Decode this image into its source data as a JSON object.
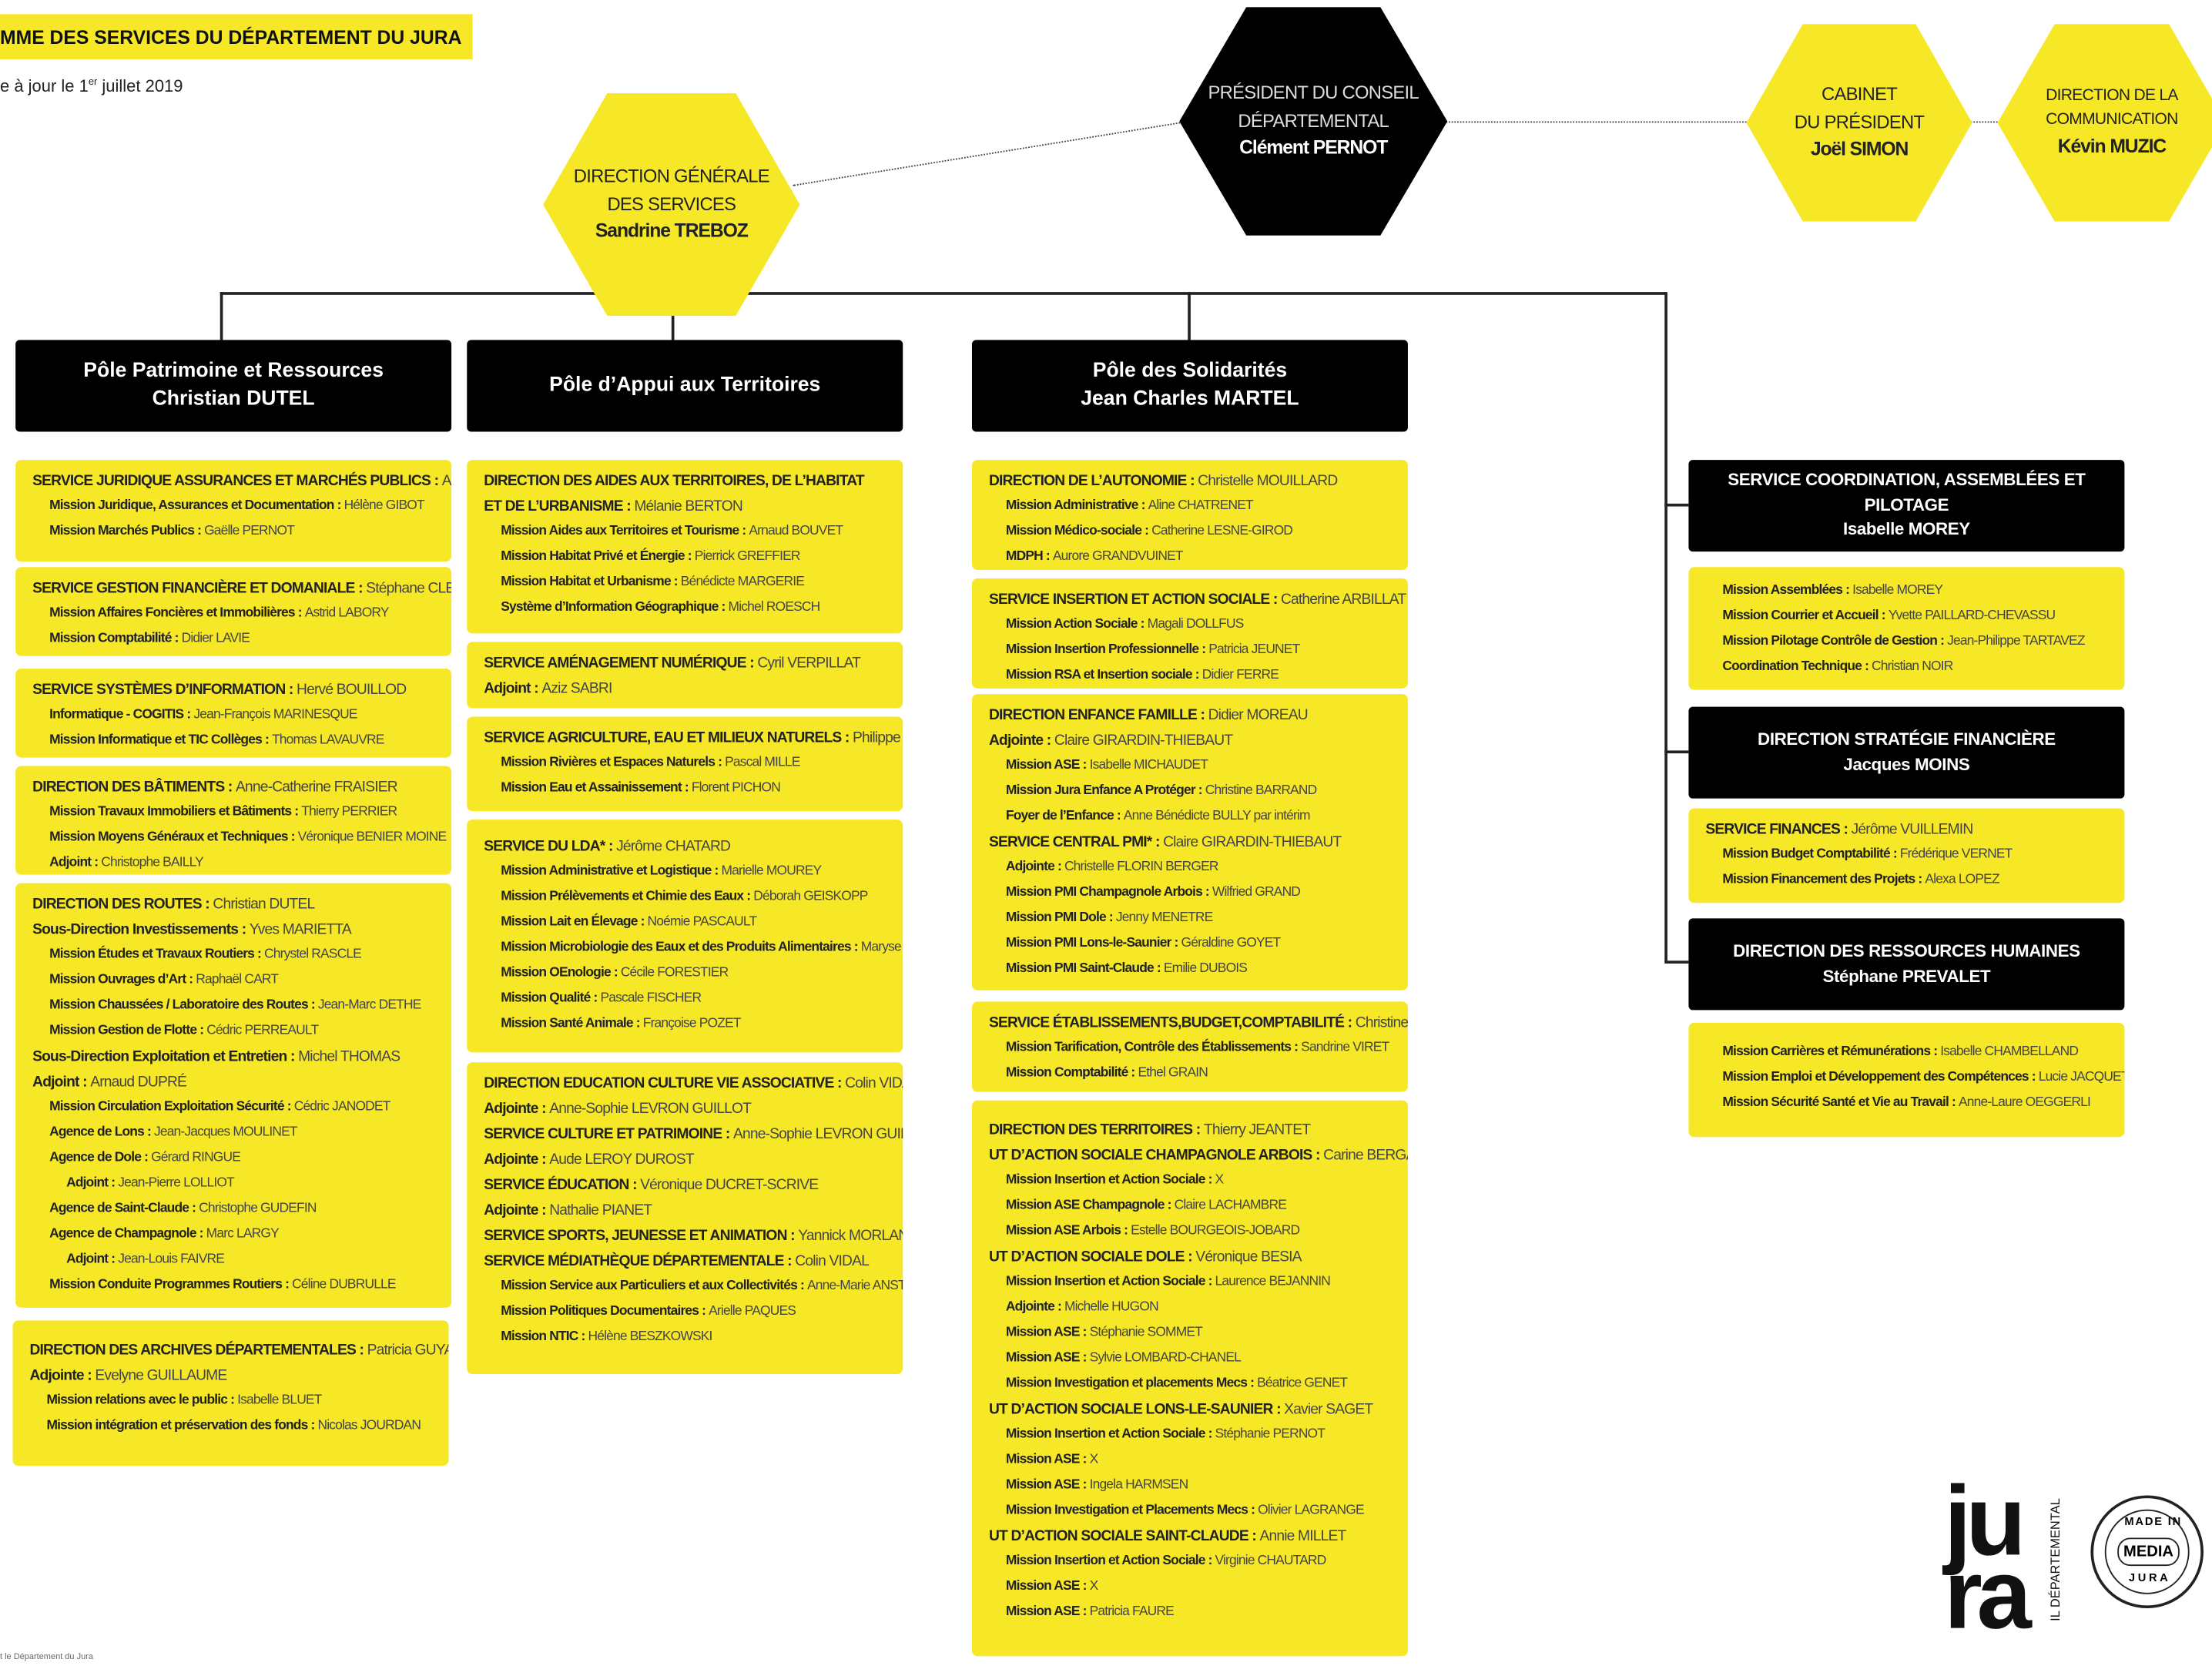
{
  "header": {
    "title": "MME DES SERVICES DU DÉPARTEMENT DU JURA",
    "subtitle_pre": "e à jour le 1",
    "subtitle_sup": "er",
    "subtitle_post": " juillet  2019"
  },
  "top": {
    "president": {
      "t1": "PRÉSIDENT DU CONSEIL",
      "t2": "DÉPARTEMENTAL",
      "name": "Clément PERNOT"
    },
    "dgs": {
      "t1": "DIRECTION GÉNÉRALE",
      "t2": "DES SERVICES",
      "name": "Sandrine TREBOZ"
    },
    "cabinet": {
      "t1": "CABINET",
      "t2": "DU PRÉSIDENT",
      "name": "Joël SIMON"
    },
    "communication": {
      "t1": "DIRECTION DE LA",
      "t2": "COMMUNICATION",
      "name": "Kévin MUZIC"
    }
  },
  "poles": {
    "patrimoine": {
      "title": "Pôle Patrimoine et Ressources",
      "name": "Christian DUTEL"
    },
    "territoires": {
      "title": "Pôle d’Appui aux Territoires",
      "name": ""
    },
    "solidarites": {
      "title": "Pôle des Solidarités",
      "name": "Jean Charles MARTEL"
    }
  },
  "right_heads": {
    "coord": {
      "title": "SERVICE COORDINATION, ASSEMBLÉES ET PILOTAGE",
      "name": "Isabelle MOREY"
    },
    "strategie": {
      "title": "DIRECTION STRATÉGIE FINANCIÈRE",
      "name": "Jacques MOINS"
    },
    "rh": {
      "title": "DIRECTION DES RESSOURCES HUMAINES",
      "name": "Stéphane PREVALET"
    }
  },
  "boxes": [
    {
      "id": "p1",
      "lines": [
        {
          "lv": 1,
          "label": "SERVICE JURIDIQUE ASSURANCES ET MARCHÉS PUBLICS : ",
          "value": "Anne BADOZ"
        },
        {
          "lv": 2,
          "label": "Mission Juridique, Assurances et Documentation : ",
          "value": "Hélène GIBOT"
        },
        {
          "lv": 2,
          "label": "Mission Marchés Publics : ",
          "value": "Gaëlle PERNOT"
        }
      ]
    },
    {
      "id": "p2",
      "lines": [
        {
          "lv": 1,
          "label": "SERVICE GESTION FINANCIÈRE ET DOMANIALE : ",
          "value": "Stéphane CLERC"
        },
        {
          "lv": 2,
          "label": "Mission Affaires Foncières et Immobilières : ",
          "value": "Astrid LABORY"
        },
        {
          "lv": 2,
          "label": "Mission Comptabilité : ",
          "value": "Didier LAVIE"
        }
      ]
    },
    {
      "id": "p3",
      "lines": [
        {
          "lv": 1,
          "label": "SERVICE SYSTÈMES D’INFORMATION : ",
          "value": "Hervé BOUILLOD"
        },
        {
          "lv": 2,
          "label": "Informatique - COGITIS : ",
          "value": "Jean-François MARINESQUE"
        },
        {
          "lv": 2,
          "label": "Mission Informatique et TIC Collèges : ",
          "value": "Thomas LAVAUVRE"
        }
      ]
    },
    {
      "id": "p4",
      "lines": [
        {
          "lv": 1,
          "label": "DIRECTION DES BÂTIMENTS : ",
          "value": "Anne-Catherine FRAISIER"
        },
        {
          "lv": 2,
          "label": "Mission Travaux Immobiliers et Bâtiments : ",
          "value": "Thierry PERRIER"
        },
        {
          "lv": 2,
          "label": "Mission Moyens Généraux et Techniques : ",
          "value": "Véronique BENIER MOINE"
        },
        {
          "lv": 2,
          "label": "Adjoint : ",
          "value": "Christophe BAILLY"
        }
      ]
    },
    {
      "id": "p5",
      "lines": [
        {
          "lv": 1,
          "label": "DIRECTION DES ROUTES : ",
          "value": "Christian DUTEL"
        },
        {
          "lv": 1,
          "label": "Sous-Direction Investissements : ",
          "value": "Yves MARIETTA"
        },
        {
          "lv": 2,
          "label": "Mission Études et Travaux Routiers : ",
          "value": "Chrystel RASCLE"
        },
        {
          "lv": 2,
          "label": "Mission Ouvrages d’Art : ",
          "value": "Raphaël CART"
        },
        {
          "lv": 2,
          "label": "Mission Chaussées / Laboratoire des Routes : ",
          "value": "Jean-Marc DETHE"
        },
        {
          "lv": 2,
          "label": "Mission Gestion de Flotte : ",
          "value": "Cédric PERREAULT"
        },
        {
          "lv": 1,
          "label": "Sous-Direction Exploitation et Entretien : ",
          "value": "Michel THOMAS"
        },
        {
          "lv": 1,
          "label": "Adjoint : ",
          "value": "Arnaud DUPRÉ"
        },
        {
          "lv": 2,
          "label": "Mission Circulation Exploitation Sécurité : ",
          "value": "Cédric JANODET"
        },
        {
          "lv": 2,
          "label": "Agence de Lons : ",
          "value": "Jean-Jacques MOULINET"
        },
        {
          "lv": 2,
          "label": "Agence de Dole : ",
          "value": "Gérard RINGUE"
        },
        {
          "lv": 3,
          "label": "Adjoint : ",
          "value": "Jean-Pierre LOLLIOT"
        },
        {
          "lv": 2,
          "label": "Agence de Saint-Claude : ",
          "value": "Christophe GUDEFIN"
        },
        {
          "lv": 2,
          "label": "Agence de Champagnole : ",
          "value": "Marc LARGY"
        },
        {
          "lv": 3,
          "label": "Adjoint : ",
          "value": "Jean-Louis FAIVRE"
        },
        {
          "lv": 2,
          "label": "Mission Conduite Programmes Routiers : ",
          "value": "Céline DUBRULLE"
        }
      ]
    },
    {
      "id": "p6",
      "lines": [
        {
          "lv": 0,
          "label": "",
          "value": ""
        },
        {
          "lv": 1,
          "label": "DIRECTION DES ARCHIVES DÉPARTEMENTALES : ",
          "value": "Patricia GUYARD"
        },
        {
          "lv": 1,
          "label": "Adjointe : ",
          "value": "Evelyne GUILLAUME"
        },
        {
          "lv": 2,
          "label": "Mission relations avec le public : ",
          "value": "Isabelle BLUET"
        },
        {
          "lv": 2,
          "label": "Mission intégration et préservation des fonds : ",
          "value": "Nicolas JOURDAN"
        }
      ]
    },
    {
      "id": "t1",
      "lines": [
        {
          "lv": 1,
          "label": "DIRECTION DES AIDES AUX TERRITOIRES, DE L’HABITAT",
          "value": ""
        },
        {
          "lv": 1,
          "label": "ET DE L’URBANISME : ",
          "value": "Mélanie BERTON"
        },
        {
          "lv": 2,
          "label": "Mission Aides aux Territoires et Tourisme : ",
          "value": "Arnaud BOUVET"
        },
        {
          "lv": 2,
          "label": "Mission Habitat Privé et Énergie : ",
          "value": "Pierrick GREFFIER"
        },
        {
          "lv": 2,
          "label": "Mission Habitat et Urbanisme : ",
          "value": "Bénédicte MARGERIE"
        },
        {
          "lv": 2,
          "label": "Système d’Information Géographique : ",
          "value": "Michel ROESCH"
        }
      ]
    },
    {
      "id": "t2",
      "lines": [
        {
          "lv": 1,
          "label": "SERVICE AMÉNAGEMENT NUMÉRIQUE : ",
          "value": "Cyril VERPILLAT"
        },
        {
          "lv": 1,
          "label": "Adjoint : ",
          "value": "Aziz SABRI"
        }
      ]
    },
    {
      "id": "t3",
      "lines": [
        {
          "lv": 1,
          "label": "SERVICE AGRICULTURE, EAU ET MILIEUX NATURELS : ",
          "value": "Philippe ALBERT"
        },
        {
          "lv": 2,
          "label": "Mission Rivières et Espaces Naturels : ",
          "value": "Pascal MILLE"
        },
        {
          "lv": 2,
          "label": "Mission Eau et Assainissement : ",
          "value": "Florent PICHON"
        }
      ]
    },
    {
      "id": "t4",
      "lines": [
        {
          "lv": 1,
          "label": "SERVICE DU LDA* : ",
          "value": "Jérôme CHATARD"
        },
        {
          "lv": 2,
          "label": "Mission Administrative et Logistique : ",
          "value": "Marielle MOUREY"
        },
        {
          "lv": 2,
          "label": "Mission Prélèvements et Chimie des Eaux : ",
          "value": "Déborah GEISKOPP"
        },
        {
          "lv": 2,
          "label": "Mission Lait en Élevage : ",
          "value": "Noémie PASCAULT"
        },
        {
          "lv": 2,
          "label": "Mission Microbiologie des Eaux et des Produits Alimentaires : ",
          "value": "Maryse COLOMB"
        },
        {
          "lv": 2,
          "label": "Mission OEnologie : ",
          "value": "Cécile FORESTIER"
        },
        {
          "lv": 2,
          "label": "Mission Qualité : ",
          "value": "Pascale FISCHER"
        },
        {
          "lv": 2,
          "label": "Mission Santé Animale : ",
          "value": "Françoise POZET"
        }
      ]
    },
    {
      "id": "t5",
      "lines": [
        {
          "lv": 1,
          "label": "DIRECTION EDUCATION CULTURE VIE ASSOCIATIVE : ",
          "value": "Colin VIDAL"
        },
        {
          "lv": 1,
          "label": "Adjointe : ",
          "value": "Anne-Sophie LEVRON GUILLOT"
        },
        {
          "lv": 1,
          "label": "SERVICE CULTURE ET PATRIMOINE : ",
          "value": "Anne-Sophie LEVRON GUILLOT"
        },
        {
          "lv": 1,
          "label": "Adjointe : ",
          "value": "Aude LEROY DUROST"
        },
        {
          "lv": 1,
          "label": "SERVICE ÉDUCATION : ",
          "value": "Véronique DUCRET-SCRIVE"
        },
        {
          "lv": 1,
          "label": "Adjointe : ",
          "value": "Nathalie PIANET"
        },
        {
          "lv": 1,
          "label": "SERVICE SPORTS, JEUNESSE ET ANIMATION : ",
          "value": "Yannick MORLAND"
        },
        {
          "lv": 1,
          "label": "SERVICE MÉDIATHÈQUE DÉPARTEMENTALE : ",
          "value": "Colin VIDAL"
        },
        {
          "lv": 2,
          "label": "Mission Service aux Particuliers et aux Collectivités : ",
          "value": "Anne-Marie ANSTETT"
        },
        {
          "lv": 2,
          "label": "Mission Politiques Documentaires : ",
          "value": "Arielle PAQUES"
        },
        {
          "lv": 2,
          "label": "Mission NTIC : ",
          "value": "Hélène BESZKOWSKI"
        }
      ]
    },
    {
      "id": "s1",
      "lines": [
        {
          "lv": 1,
          "label": "DIRECTION DE L’AUTONOMIE : ",
          "value": "Christelle MOUILLARD"
        },
        {
          "lv": 2,
          "label": "Mission Administrative : ",
          "value": "Aline CHATRENET"
        },
        {
          "lv": 2,
          "label": "Mission Médico-sociale : ",
          "value": "Catherine LESNE-GIROD"
        },
        {
          "lv": 2,
          "label": "MDPH : ",
          "value": "Aurore GRANDVUINET"
        }
      ]
    },
    {
      "id": "s2",
      "lines": [
        {
          "lv": 1,
          "label": "SERVICE INSERTION ET ACTION SOCIALE : ",
          "value": "Catherine ARBILLAT"
        },
        {
          "lv": 2,
          "label": "Mission Action Sociale : ",
          "value": "Magali DOLLFUS"
        },
        {
          "lv": 2,
          "label": "Mission Insertion Professionnelle : ",
          "value": "Patricia JEUNET"
        },
        {
          "lv": 2,
          "label": "Mission RSA et Insertion sociale : ",
          "value": "Didier FERRE"
        }
      ]
    },
    {
      "id": "s3",
      "lines": [
        {
          "lv": 1,
          "label": "DIRECTION ENFANCE FAMILLE : ",
          "value": "Didier MOREAU"
        },
        {
          "lv": 1,
          "label": "Adjointe : ",
          "value": "Claire GIRARDIN-THIEBAUT"
        },
        {
          "lv": 2,
          "label": "Mission ASE : ",
          "value": "Isabelle MICHAUDET"
        },
        {
          "lv": 2,
          "label": "Mission Jura Enfance A Protéger : ",
          "value": "Christine BARRAND"
        },
        {
          "lv": 2,
          "label": "Foyer de l’Enfance : ",
          "value": "Anne Bénédicte  BULLY par intérim"
        },
        {
          "lv": 1,
          "label": "SERVICE CENTRAL PMI* : ",
          "value": "Claire GIRARDIN-THIEBAUT"
        },
        {
          "lv": 2,
          "label": "Adjointe : ",
          "value": "Christelle FLORIN BERGER"
        },
        {
          "lv": 2,
          "label": "Mission PMI Champagnole Arbois : ",
          "value": "Wilfried GRAND"
        },
        {
          "lv": 2,
          "label": "Mission PMI Dole : ",
          "value": "Jenny MENETRE"
        },
        {
          "lv": 2,
          "label": "Mission PMI Lons-le-Saunier : ",
          "value": "Géraldine GOYET"
        },
        {
          "lv": 2,
          "label": "Mission PMI Saint-Claude : ",
          "value": "Emilie DUBOIS"
        }
      ]
    },
    {
      "id": "s4",
      "lines": [
        {
          "lv": 1,
          "label": "SERVICE ÉTABLISSEMENTS,BUDGET,COMPTABILITÉ : ",
          "value": "Christine MAIRE"
        },
        {
          "lv": 2,
          "label": "Mission Tarification, Contrôle des Établissements : ",
          "value": "Sandrine VIRET"
        },
        {
          "lv": 2,
          "label": "Mission Comptabilité : ",
          "value": "Ethel GRAIN"
        }
      ]
    },
    {
      "id": "s5",
      "lines": [
        {
          "lv": 0,
          "label": "",
          "value": ""
        },
        {
          "lv": 1,
          "label": "DIRECTION DES TERRITOIRES : ",
          "value": "Thierry JEANTET"
        },
        {
          "lv": 1,
          "label": "UT D’ACTION SOCIALE CHAMPAGNOLE ARBOIS : ",
          "value": "Carine BERGAMASCHI"
        },
        {
          "lv": 2,
          "label": "Mission Insertion et Action Sociale : ",
          "value": "X"
        },
        {
          "lv": 2,
          "label": "Mission ASE Champagnole : ",
          "value": "Claire LACHAMBRE"
        },
        {
          "lv": 2,
          "label": "Mission ASE Arbois : ",
          "value": "Estelle BOURGEOIS-JOBARD"
        },
        {
          "lv": 1,
          "label": "UT D’ACTION SOCIALE DOLE : ",
          "value": "Véronique BESIA"
        },
        {
          "lv": 2,
          "label": "Mission Insertion et Action Sociale : ",
          "value": "Laurence BEJANNIN"
        },
        {
          "lv": 2,
          "label": "Adjointe : ",
          "value": "Michelle HUGON"
        },
        {
          "lv": 2,
          "label": "Mission ASE : ",
          "value": "Stéphanie SOMMET"
        },
        {
          "lv": 2,
          "label": "Mission ASE : ",
          "value": "Sylvie LOMBARD-CHANEL"
        },
        {
          "lv": 2,
          "label": "Mission Investigation et placements Mecs : ",
          "value": " Béatrice GENET"
        },
        {
          "lv": 1,
          "label": "UT D’ACTION SOCIALE LONS-LE-SAUNIER : ",
          "value": "Xavier SAGET"
        },
        {
          "lv": 2,
          "label": "Mission Insertion et Action Sociale : ",
          "value": "Stéphanie PERNOT"
        },
        {
          "lv": 2,
          "label": "Mission ASE : ",
          "value": "X"
        },
        {
          "lv": 2,
          "label": "Mission ASE : ",
          "value": "Ingela HARMSEN"
        },
        {
          "lv": 2,
          "label": "Mission Investigation et Placements Mecs : ",
          "value": "Olivier LAGRANGE"
        },
        {
          "lv": 1,
          "label": "UT D’ACTION SOCIALE SAINT-CLAUDE : ",
          "value": "Annie MILLET"
        },
        {
          "lv": 2,
          "label": "Mission Insertion et Action Sociale : ",
          "value": "Virginie CHAUTARD"
        },
        {
          "lv": 2,
          "label": "Mission ASE : ",
          "value": "X"
        },
        {
          "lv": 2,
          "label": "Mission ASE : ",
          "value": "Patricia FAURE"
        }
      ]
    },
    {
      "id": "r1",
      "lines": [
        {
          "lv": 2,
          "label": "Mission Assemblées : ",
          "value": " Isabelle MOREY"
        },
        {
          "lv": 2,
          "label": "Mission Courrier et Accueil : ",
          "value": "Yvette PAILLARD-CHEVASSU"
        },
        {
          "lv": 2,
          "label": "Mission Pilotage Contrôle de Gestion : ",
          "value": "Jean-Philippe TARTAVEZ"
        },
        {
          "lv": 2,
          "label": "Coordination Technique : ",
          "value": "Christian NOIR"
        }
      ]
    },
    {
      "id": "r2",
      "lines": [
        {
          "lv": 1,
          "label": "SERVICE FINANCES : ",
          "value": "Jérôme VUILLEMIN"
        },
        {
          "lv": 2,
          "label": "Mission Budget Comptabilité : ",
          "value": "Frédérique VERNET"
        },
        {
          "lv": 2,
          "label": "Mission Financement des Projets : ",
          "value": "Alexa LOPEZ"
        }
      ]
    },
    {
      "id": "r3",
      "lines": [
        {
          "lv": 2,
          "label": "Mission Carrières et Rémunérations : ",
          "value": "Isabelle CHAMBELLAND"
        },
        {
          "lv": 2,
          "label": "Mission Emploi et Développement des Compétences : ",
          "value": "Lucie JACQUET"
        },
        {
          "lv": 2,
          "label": "Mission Sécurité Santé et Vie au Travail : ",
          "value": "Anne-Laure OEGGERLI"
        }
      ]
    }
  ],
  "logo": {
    "word": "ju\nra",
    "vertical": "IL DÉPARTEMENTAL",
    "seal_made": "MADE IN",
    "seal_media": "MEDIA",
    "seal_jura": "JURA"
  },
  "footnote": "t le Département du Jura"
}
